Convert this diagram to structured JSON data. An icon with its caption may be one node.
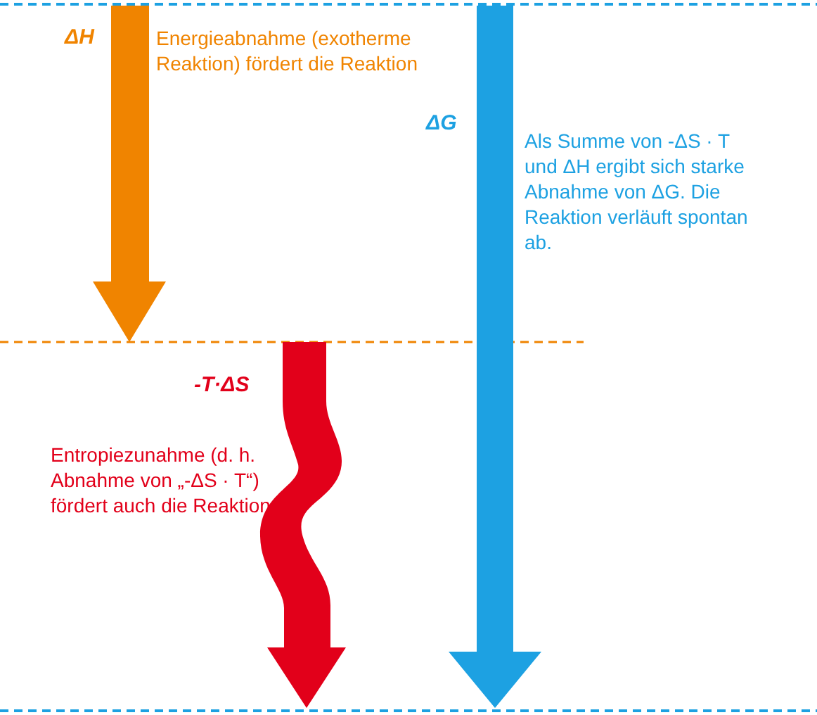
{
  "diagram": {
    "labels": [
      "ΔH",
      "Energieabnahme (exotherme Reaktion) fördert die Reaktion",
      "ΔG",
      "Als Summe von -ΔS · T und ΔH ergibt sich starke Abnahme von ΔG. Die Reaktion verläuft spontan ab.",
      "-T·ΔS",
      "Entropiezunahme (d. h. Abnahme von „-ΔS · T“) fördert auch die Reaktion"
    ]
  }
}
